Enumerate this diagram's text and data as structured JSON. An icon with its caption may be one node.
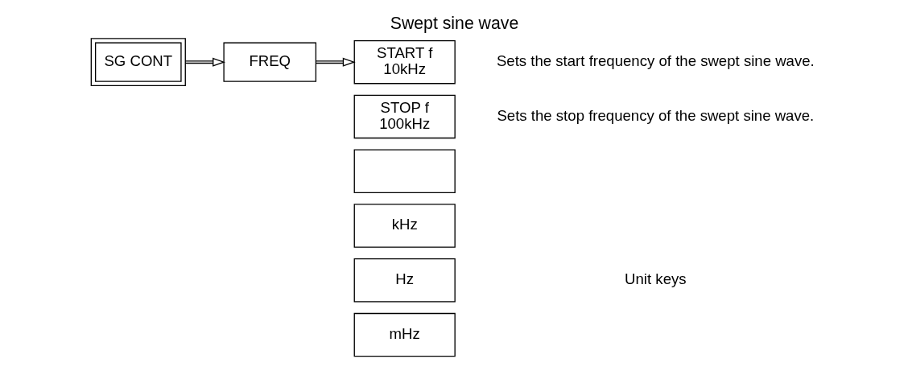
{
  "diagram": {
    "title": "Swept sine wave",
    "nodes": [
      {
        "text": [
          "SG CONT"
        ]
      },
      {
        "text": [
          "FREQ"
        ]
      },
      {
        "text": [
          "START f",
          "10kHz"
        ],
        "beside": [
          "Sets the start frequency of the swept sine wave."
        ]
      },
      {
        "text": [
          "STOP f",
          "100kHz"
        ],
        "beside": [
          "Sets the stop frequency of the swept sine wave."
        ]
      },
      {
        "text": [],
        "shape": "box"
      },
      {
        "text": [
          "kHz"
        ]
      },
      {
        "text": [
          "Hz"
        ]
      },
      {
        "text": [
          "mHz"
        ]
      }
    ],
    "edges": [
      {
        "from": 0,
        "to": 1,
        "arrow": "to"
      },
      {
        "from": 1,
        "to": 2,
        "arrow": "to"
      }
    ],
    "labels": [
      "Unit keys"
    ]
  }
}
